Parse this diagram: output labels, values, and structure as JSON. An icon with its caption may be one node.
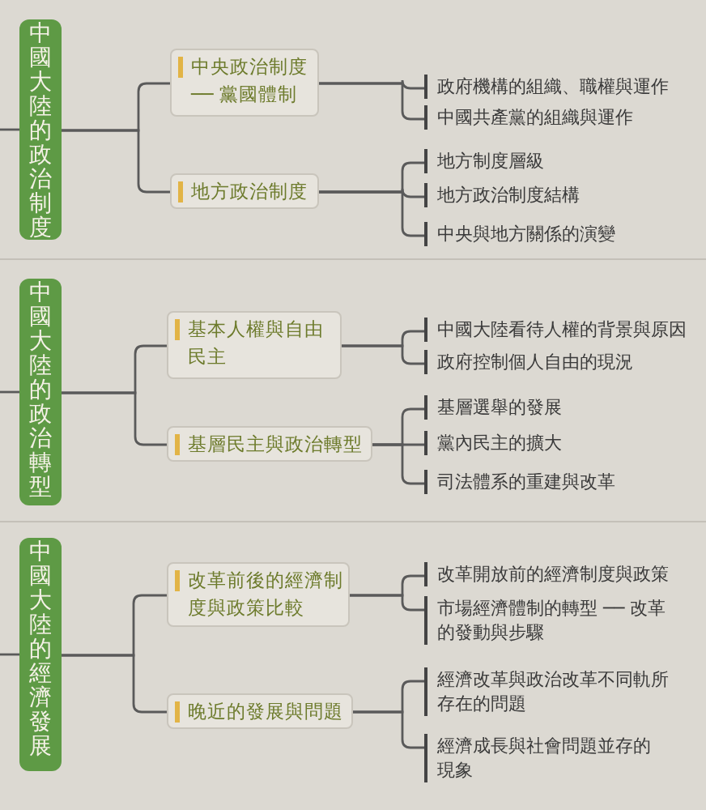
{
  "diagram": {
    "nodes": [
      {
        "text": [
          "中國大陸的政治制度"
        ]
      },
      {
        "text": [
          "中央政治制度 ── 黨國體制"
        ]
      },
      {
        "text": [
          "地方政治制度"
        ]
      },
      {
        "text": [
          "政府機構的組織、職權與運作"
        ]
      },
      {
        "text": [
          "中國共產黨的組織與運作"
        ]
      },
      {
        "text": [
          "地方制度層級"
        ]
      },
      {
        "text": [
          "地方政治制度結構"
        ]
      },
      {
        "text": [
          "中央與地方關係的演變"
        ]
      },
      {
        "text": [
          "中國大陸的政治轉型"
        ]
      },
      {
        "text": [
          "基本人權與自由民主"
        ]
      },
      {
        "text": [
          "基層民主與政治轉型"
        ]
      },
      {
        "text": [
          "中國大陸看待人權的背景與原因"
        ]
      },
      {
        "text": [
          "政府控制個人自由的現況"
        ]
      },
      {
        "text": [
          "基層選舉的發展"
        ]
      },
      {
        "text": [
          "黨內民主的擴大"
        ]
      },
      {
        "text": [
          "司法體系的重建與改革"
        ]
      },
      {
        "text": [
          "中國大陸的經濟發展"
        ]
      },
      {
        "text": [
          "改革前後的經濟制度與政策比較"
        ]
      },
      {
        "text": [
          "晚近的發展與問題"
        ]
      },
      {
        "text": [
          "改革開放前的經濟制度與政策"
        ]
      },
      {
        "text": [
          "市場經濟體制的轉型 ── 改革的發動與步驟"
        ]
      },
      {
        "text": [
          "經濟改革與政治改革不同軌所存在的問題"
        ]
      },
      {
        "text": [
          "經濟成長與社會問題並存的現象"
        ]
      }
    ],
    "edges": [
      {
        "from": null,
        "to": 0,
        "arrow": "none"
      },
      {
        "from": 0,
        "to": 1,
        "arrow": "none"
      },
      {
        "from": 0,
        "to": 2,
        "arrow": "none"
      },
      {
        "from": 1,
        "to": 3,
        "arrow": "none"
      },
      {
        "from": 1,
        "to": 4,
        "arrow": "none"
      },
      {
        "from": 2,
        "to": 5,
        "arrow": "none"
      },
      {
        "from": 2,
        "to": 6,
        "arrow": "none"
      },
      {
        "from": 2,
        "to": 7,
        "arrow": "none"
      },
      {
        "from": null,
        "to": 8,
        "arrow": "none"
      },
      {
        "from": 8,
        "to": 9,
        "arrow": "none"
      },
      {
        "from": 8,
        "to": 10,
        "arrow": "none"
      },
      {
        "from": 9,
        "to": 11,
        "arrow": "none"
      },
      {
        "from": 9,
        "to": 12,
        "arrow": "none"
      },
      {
        "from": 10,
        "to": 13,
        "arrow": "none"
      },
      {
        "from": 10,
        "to": 14,
        "arrow": "none"
      },
      {
        "from": 10,
        "to": 15,
        "arrow": "none"
      },
      {
        "from": null,
        "to": 16,
        "arrow": "none"
      },
      {
        "from": 16,
        "to": 17,
        "arrow": "none"
      },
      {
        "from": 16,
        "to": 18,
        "arrow": "none"
      },
      {
        "from": 17,
        "to": 19,
        "arrow": "none"
      },
      {
        "from": 17,
        "to": 20,
        "arrow": "none"
      },
      {
        "from": 18,
        "to": 21,
        "arrow": "none"
      },
      {
        "from": 18,
        "to": 22,
        "arrow": "none"
      }
    ]
  }
}
